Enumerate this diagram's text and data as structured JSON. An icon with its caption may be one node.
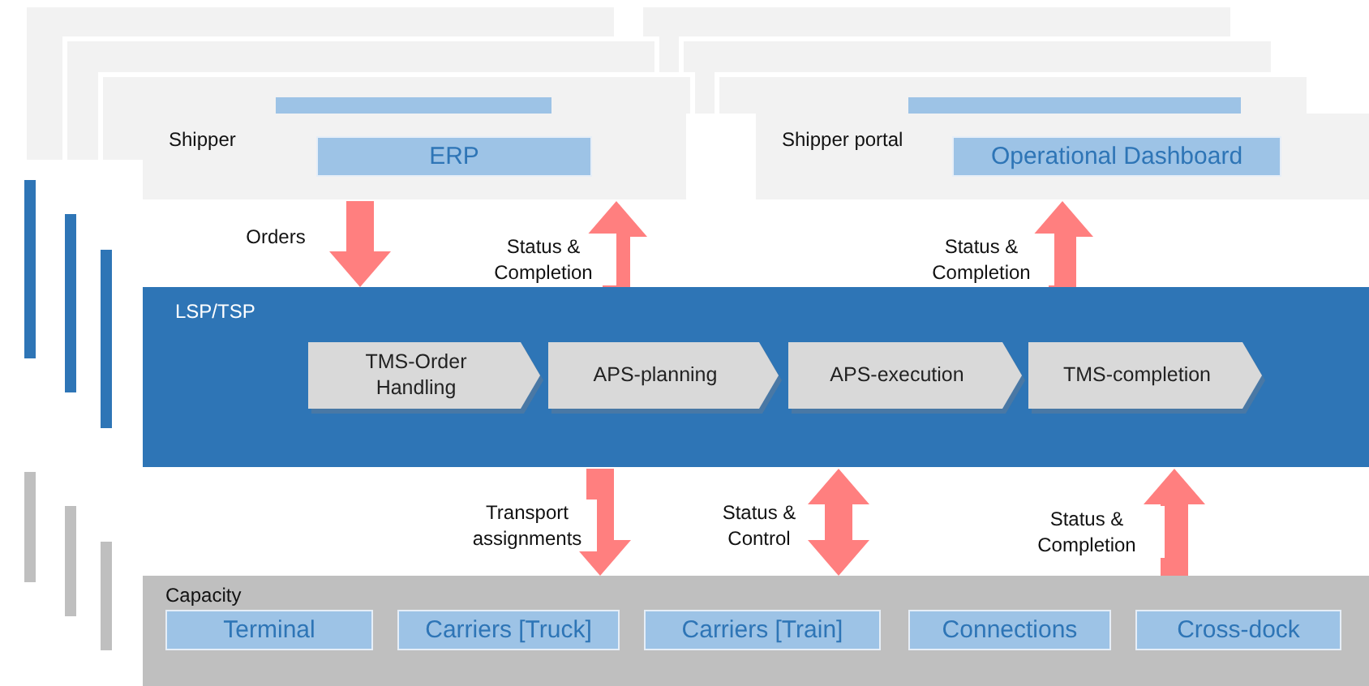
{
  "diagram": {
    "nodes": [
      {
        "text": [
          "Shipper"
        ]
      },
      {
        "text": [
          "ERP"
        ],
        "in": 0
      },
      {
        "text": [
          "Shipper portal"
        ]
      },
      {
        "text": [
          "Operational Dashboard"
        ],
        "in": 2
      },
      {
        "text": [
          "LSP/TSP"
        ]
      },
      {
        "text": [
          "TMS-Order Handling"
        ],
        "in": 4
      },
      {
        "text": [
          "APS-planning"
        ],
        "in": 4
      },
      {
        "text": [
          "APS-execution"
        ],
        "in": 4
      },
      {
        "text": [
          "TMS-completion"
        ],
        "in": 4
      },
      {
        "text": [
          "Capacity"
        ]
      },
      {
        "text": [
          "Terminal"
        ],
        "in": 9
      },
      {
        "text": [
          "Carriers [Truck]"
        ],
        "in": 9
      },
      {
        "text": [
          "Carriers [Train]"
        ],
        "in": 9
      },
      {
        "text": [
          "Connections"
        ],
        "in": 9
      },
      {
        "text": [
          "Cross-dock"
        ],
        "in": 9
      }
    ],
    "edges": [
      {
        "from": 0,
        "to": 4,
        "arrow": "to",
        "label": "Orders"
      },
      {
        "from": 4,
        "to": 0,
        "arrow": "to",
        "label": "Status & Completion"
      },
      {
        "from": 4,
        "to": 2,
        "arrow": "to",
        "label": "Status & Completion"
      },
      {
        "from": 4,
        "to": 9,
        "arrow": "to",
        "label": "Transport assignments"
      },
      {
        "from": 4,
        "to": 9,
        "arrow": "both",
        "label": "Status & Control"
      },
      {
        "from": 9,
        "to": 4,
        "arrow": "to",
        "label": "Status & Completion"
      }
    ]
  }
}
